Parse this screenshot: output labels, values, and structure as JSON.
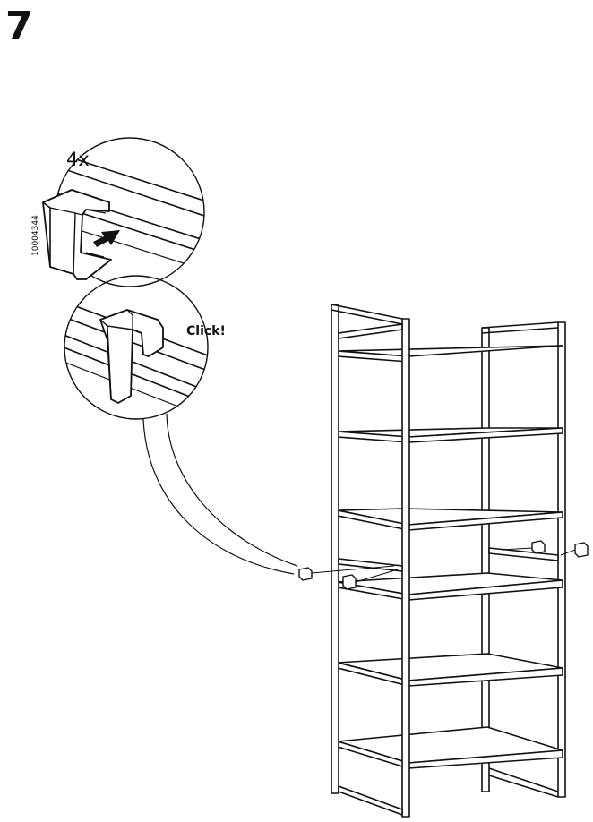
{
  "step": {
    "number": "7"
  },
  "detail_top": {
    "quantity": "4x",
    "part_number": "10004344"
  },
  "detail_bottom": {
    "sound": "Click!"
  },
  "icons": [
    "arrow-icon",
    "clip-icon"
  ],
  "colors": {
    "ink": "#111111",
    "background": "#ffffff"
  }
}
